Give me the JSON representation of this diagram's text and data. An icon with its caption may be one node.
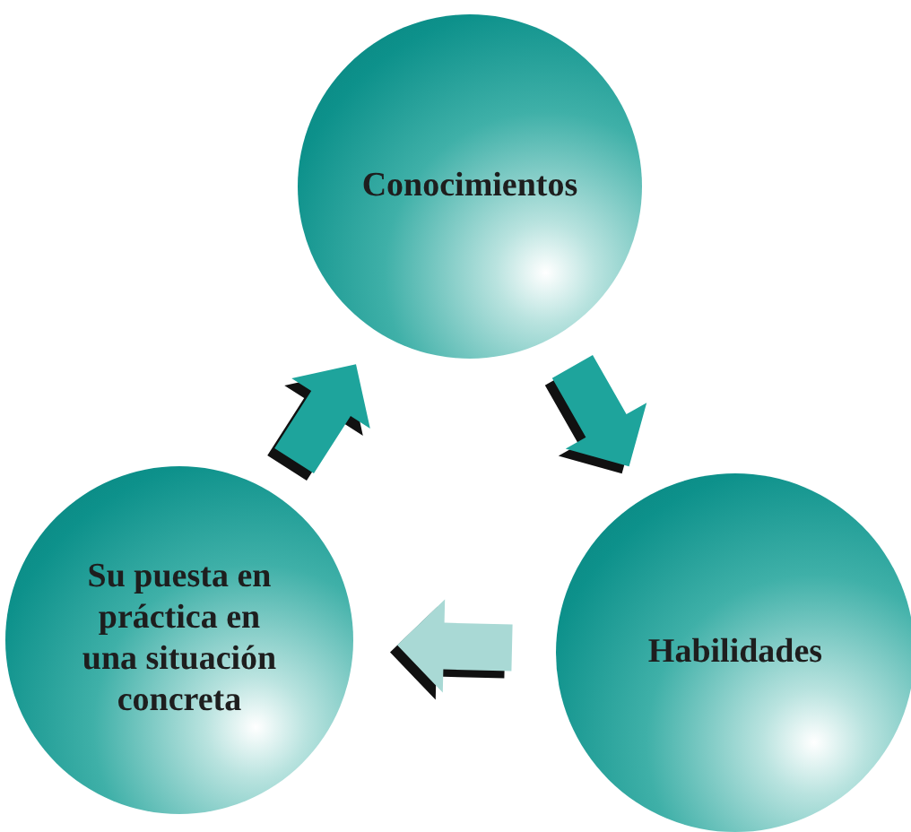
{
  "diagram": {
    "nodes": [
      {
        "text": [
          "Conocimientos"
        ]
      },
      {
        "text": [
          "Su puesta en práctica en una situación concreta"
        ]
      },
      {
        "text": [
          "Habilidades"
        ]
      }
    ],
    "edges": [
      {
        "from": 1,
        "to": 0,
        "arrow": "to"
      },
      {
        "from": 0,
        "to": 2,
        "arrow": "to"
      },
      {
        "from": 2,
        "to": 1,
        "arrow": "to",
        "color": "#a9d9d5"
      }
    ]
  }
}
